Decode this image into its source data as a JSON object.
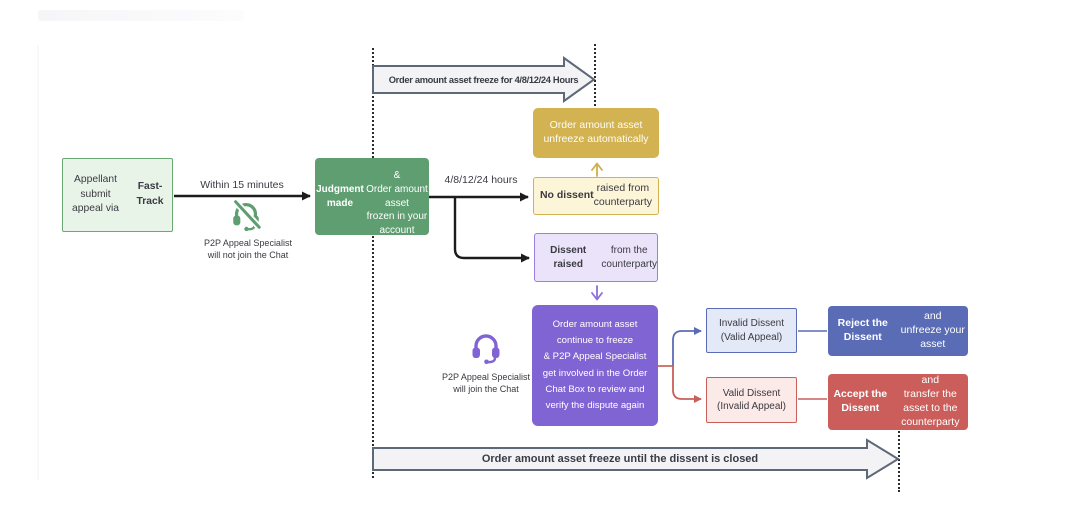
{
  "colors": {
    "green": "#5f9e70",
    "green_light_fill": "#e9f4e9",
    "green_border": "#69a973",
    "gold": "#d3b251",
    "gold_light_fill": "#fdf5d8",
    "purple": "#8164d4",
    "purple_light_fill": "#eae3f9",
    "purple_border": "#9d7ce0",
    "blue": "#5a6cb5",
    "blue_light_fill": "#e4e9f7",
    "red": "#cb5e5b",
    "red_light_fill": "#fbeae8",
    "red_border": "#c95f5b",
    "banner_fill": "#f3f3f5",
    "banner_border": "#5d6878",
    "connector_black": "#1c1c1c",
    "text_dark": "#3a3a42"
  },
  "banners": {
    "top": "Order amount asset freeze for 4/8/12/24 Hours",
    "bottom": "Order amount asset freeze until the dissent is closed"
  },
  "labels": {
    "within": "Within 15 minutes",
    "hours": "4/8/12/24 hours",
    "specialist_offline": {
      "segments": [
        {
          "t": "P2P Appeal Specialist"
        },
        {
          "br": true
        },
        {
          "t": "will not join the Chat"
        }
      ]
    },
    "specialist_online": {
      "segments": [
        {
          "t": "P2P Appeal Specialist"
        },
        {
          "br": true
        },
        {
          "t": "will join the Chat"
        }
      ]
    }
  },
  "icons": {
    "offline": "headset-muted-icon",
    "online": "headset-icon"
  },
  "nodes": {
    "appellant": {
      "segments": [
        {
          "t": "Appellant submit"
        },
        {
          "br": true
        },
        {
          "t": "appeal via "
        },
        {
          "t": "Fast-Track",
          "b": true
        }
      ]
    },
    "judgment": {
      "segments": [
        {
          "t": "Judgment made",
          "b": true
        },
        {
          "br": true
        },
        {
          "t": "&"
        },
        {
          "br": true
        },
        {
          "t": "Order amount asset"
        },
        {
          "br": true
        },
        {
          "t": "frozen in your account"
        }
      ]
    },
    "unfreeze_auto": {
      "segments": [
        {
          "t": "Order amount asset"
        },
        {
          "br": true
        },
        {
          "t": "unfreeze automatically"
        }
      ]
    },
    "no_dissent": {
      "segments": [
        {
          "t": "No dissent",
          "b": true
        },
        {
          "t": " raised from"
        },
        {
          "br": true
        },
        {
          "t": "counterparty"
        }
      ]
    },
    "dissent_raised": {
      "segments": [
        {
          "t": "Dissent raised",
          "b": true
        },
        {
          "t": " from the"
        },
        {
          "br": true
        },
        {
          "t": "counterparty"
        }
      ]
    },
    "continue_freeze": {
      "segments": [
        {
          "t": "Order amount asset"
        },
        {
          "br": true
        },
        {
          "t": "continue to freeze"
        },
        {
          "br": true
        },
        {
          "t": "& P2P Appeal Specialist"
        },
        {
          "br": true
        },
        {
          "t": "get involved in the Order"
        },
        {
          "br": true
        },
        {
          "t": "Chat Box to review and"
        },
        {
          "br": true
        },
        {
          "t": "verify the dispute again"
        }
      ]
    },
    "invalid_dissent": {
      "segments": [
        {
          "t": "Invalid Dissent"
        },
        {
          "br": true
        },
        {
          "t": "(Valid Appeal)"
        }
      ]
    },
    "valid_dissent": {
      "segments": [
        {
          "t": "Valid Dissent"
        },
        {
          "br": true
        },
        {
          "t": "(Invalid Appeal)"
        }
      ]
    },
    "reject": {
      "segments": [
        {
          "t": "Reject the Dissent",
          "b": true
        },
        {
          "t": " and"
        },
        {
          "br": true
        },
        {
          "t": "unfreeze your asset"
        }
      ]
    },
    "accept": {
      "segments": [
        {
          "t": "Accept the Dissent",
          "b": true
        },
        {
          "t": " and"
        },
        {
          "br": true
        },
        {
          "t": "transfer the asset to the"
        },
        {
          "br": true
        },
        {
          "t": "counterparty"
        }
      ]
    }
  }
}
